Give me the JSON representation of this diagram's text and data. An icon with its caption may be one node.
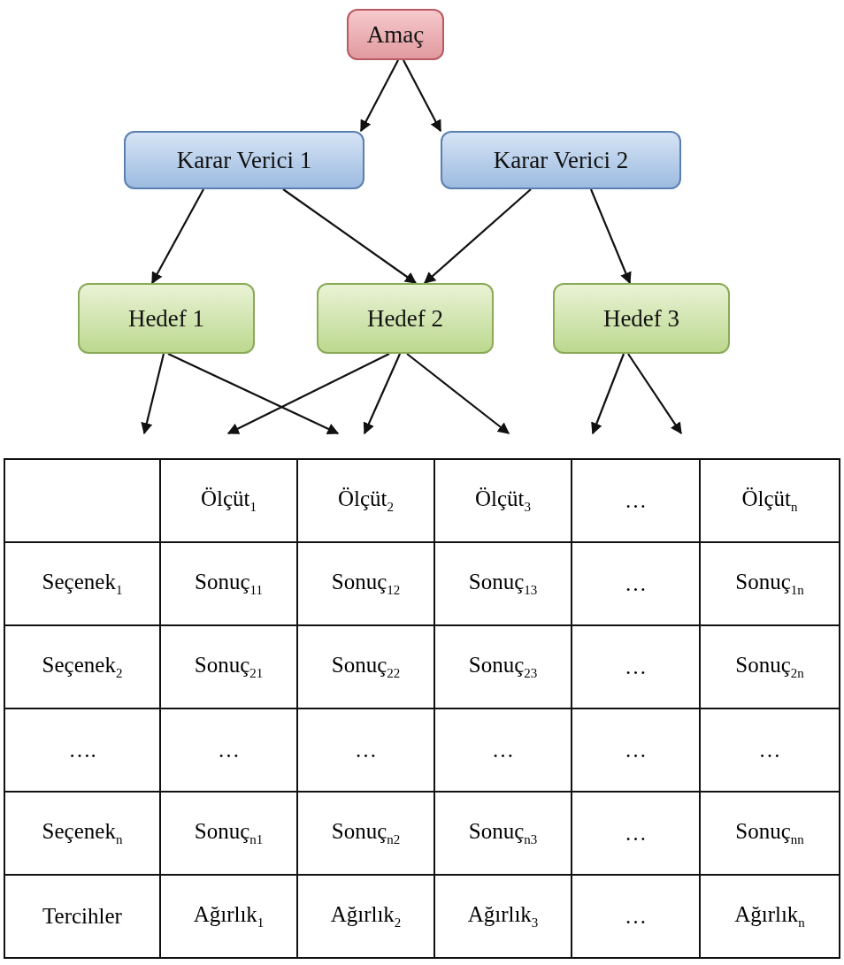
{
  "diagram": {
    "nodes": [
      {
        "text": [
          "Amaç"
        ]
      },
      {
        "text": [
          "Karar Verici 1"
        ]
      },
      {
        "text": [
          "Karar Verici 2"
        ]
      },
      {
        "text": [
          "Hedef 1"
        ]
      },
      {
        "text": [
          "Hedef 2"
        ]
      },
      {
        "text": [
          "Hedef 3"
        ]
      }
    ],
    "edges": [
      {
        "from": 0,
        "to": 1,
        "arrow": "to"
      },
      {
        "from": 0,
        "to": 2,
        "arrow": "to"
      },
      {
        "from": 1,
        "to": 3,
        "arrow": "to"
      },
      {
        "from": 1,
        "to": 4,
        "arrow": "to"
      },
      {
        "from": 2,
        "to": 4,
        "arrow": "to"
      },
      {
        "from": 2,
        "to": 5,
        "arrow": "to"
      },
      {
        "from": 3,
        "to": null,
        "arrow": "to"
      },
      {
        "from": 3,
        "to": null,
        "arrow": "to"
      },
      {
        "from": 4,
        "to": null,
        "arrow": "to"
      },
      {
        "from": 4,
        "to": null,
        "arrow": "to"
      },
      {
        "from": 4,
        "to": null,
        "arrow": "to"
      },
      {
        "from": 5,
        "to": null,
        "arrow": "to"
      },
      {
        "from": 5,
        "to": null,
        "arrow": "to"
      }
    ],
    "labels": [
      "Ölçüt$_{1}$",
      "Ölçüt$_{2}$",
      "Ölçüt$_{3}$",
      "…",
      "Ölçüt$_{n}$",
      "Seçenek$_{1}$",
      "Sonuç$_{11}$",
      "Sonuç$_{12}$",
      "Sonuç$_{13}$",
      "…",
      "Sonuç$_{1n}$",
      "Seçenek$_{2}$",
      "Sonuç$_{21}$",
      "Sonuç$_{22}$",
      "Sonuç$_{23}$",
      "…",
      "Sonuç$_{2n}$",
      "….",
      "…",
      "…",
      "…",
      "…",
      "…",
      "Seçenek$_{n}$",
      "Sonuç$_{n1}$",
      "Sonuç$_{n2}$",
      "Sonuç$_{n3}$",
      "…",
      "Sonuç$_{nn}$",
      "Tercihler",
      "Ağırlık$_{1}$",
      "Ağırlık$_{2}$",
      "Ağırlık$_{3}$",
      "…",
      "Ağırlık$_{n}$"
    ]
  }
}
